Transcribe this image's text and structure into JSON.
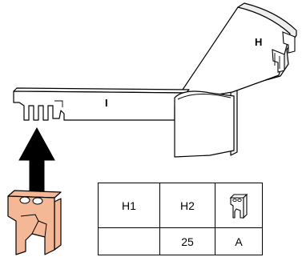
{
  "diagram": {
    "part_labels": {
      "long_arm": "I",
      "angled_arm": "H"
    },
    "icons": {
      "clip_icon": "clip-icon",
      "arrow_icon": "up-arrow-icon"
    },
    "colors": {
      "clip_fill": "#f4b896",
      "outline": "#000000",
      "arm_shadow": "#eeeeee"
    }
  },
  "table": {
    "headers": [
      "H1",
      "H2"
    ],
    "header_icon": "clip-icon",
    "rows": [
      [
        "",
        "25",
        "A"
      ]
    ]
  }
}
